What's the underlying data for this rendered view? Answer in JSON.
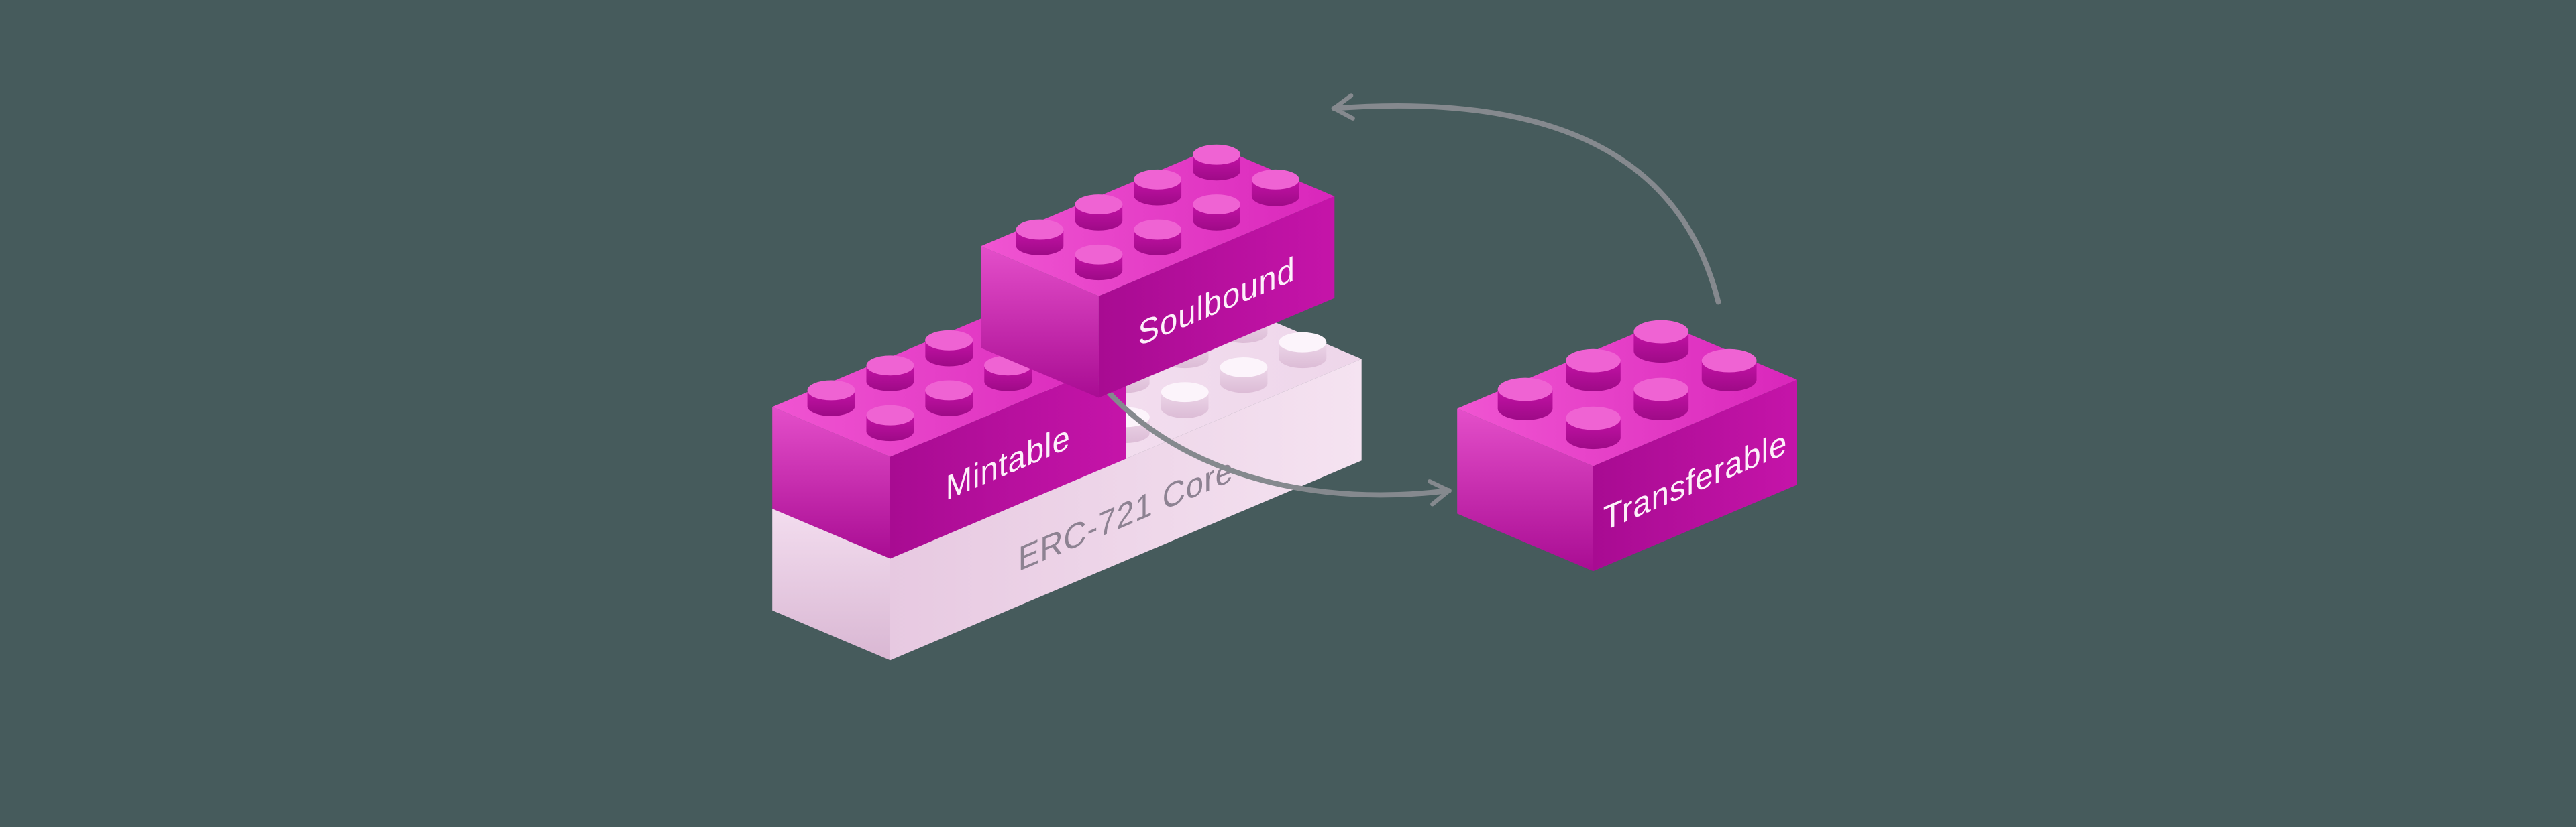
{
  "background_color": "#465b5c",
  "bricks": {
    "core": {
      "label": "ERC-721 Core"
    },
    "mintable": {
      "label": "Mintable"
    },
    "soulbound": {
      "label": "Soulbound"
    },
    "transferable": {
      "label": "Transferable"
    }
  },
  "colors": {
    "background": "#465b5c",
    "magenta": {
      "top": [
        "#f055d2",
        "#d926bb"
      ],
      "left": [
        "#e44fca",
        "#a90c93"
      ],
      "front": [
        "#a80b92",
        "#c514a9"
      ],
      "stud_top": "#ef63d3",
      "stud_side": [
        "#c312a6",
        "#9e0a87"
      ]
    },
    "pale": {
      "top": [
        "#f8e8f5",
        "#eed6ea"
      ],
      "left": [
        "#f3ddef",
        "#d9b7d3"
      ],
      "front": [
        "#e7c9e1",
        "#f5e3f1"
      ],
      "stud_top": "#fcf4fb",
      "stud_side": [
        "#ecd5e8",
        "#dcbcd6"
      ]
    },
    "label_on_magenta": "#fdf0fa",
    "label_on_pale": "#8d8292",
    "arrow": "#85898e"
  }
}
